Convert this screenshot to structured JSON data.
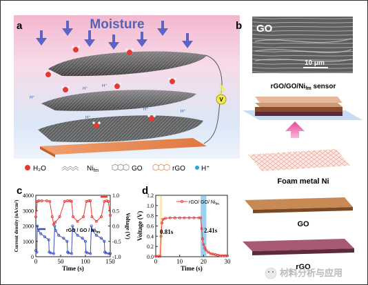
{
  "panel_labels": {
    "a": "a",
    "b": "b",
    "c": "c",
    "d": "d"
  },
  "panel_a": {
    "title": "Moisture",
    "voltmeter_label": "V",
    "particle_label": "H⁺",
    "legend": [
      {
        "key": "h2o",
        "label": "H₂O",
        "color": "#e53935"
      },
      {
        "key": "ni",
        "label": "Ni",
        "sub": "fm",
        "color": "#9a9a9a"
      },
      {
        "key": "go",
        "label": "GO",
        "color": "#8a8a8a"
      },
      {
        "key": "rgo",
        "label": "rGO",
        "color": "#e09060"
      },
      {
        "key": "h",
        "label": "H⁺",
        "color": "#29a3d9"
      }
    ]
  },
  "panel_b": {
    "sem_label": "GO",
    "scale_bar": "10 μm",
    "sensor_label": "rGO/GO/Ni",
    "sensor_label_sub": "fm",
    "sensor_label_tail": " sensor",
    "layers": [
      {
        "key": "foam",
        "label": "Foam metal Ni"
      },
      {
        "key": "go",
        "label": "GO"
      },
      {
        "key": "rgo",
        "label": "rGO"
      }
    ]
  },
  "watermark": {
    "text": "材料分析与应用"
  },
  "chart_data": [
    {
      "type": "line",
      "panel": "c",
      "xlabel": "Time (s)",
      "ylabel": "Current density (nA/cm²)",
      "y2label": "Voltage (V)",
      "annotation": "rGO / GO / Ni",
      "annotation_sub": "fm",
      "xlim": [
        0,
        150
      ],
      "xticks": [
        0,
        50,
        100,
        150
      ],
      "ylim": [
        0,
        4000
      ],
      "yticks": [
        0,
        1000,
        2000,
        3000,
        4000
      ],
      "y2lim": [
        -1.0,
        1.0
      ],
      "y2ticks": [
        -1.0,
        -0.5,
        0.0,
        0.5,
        1.0
      ],
      "series": [
        {
          "axis": "right",
          "color": "#e53935",
          "x": [
            0,
            3,
            6,
            12,
            22,
            28,
            33,
            36,
            39,
            48,
            58,
            64,
            69,
            72,
            75,
            84,
            96,
            102,
            107,
            110,
            113,
            122,
            132,
            138,
            143,
            146,
            150
          ],
          "y": [
            0.3,
            0.8,
            0.82,
            0.82,
            0.82,
            0.8,
            0.3,
            0.05,
            0.12,
            0.3,
            0.8,
            0.82,
            0.82,
            0.8,
            0.3,
            0.15,
            0.3,
            0.8,
            0.82,
            0.82,
            0.3,
            0.15,
            0.3,
            0.8,
            0.82,
            0.8,
            0.35
          ]
        },
        {
          "axis": "left",
          "color": "#3b4fb8",
          "x": [
            0,
            2,
            3,
            5,
            10,
            18,
            26,
            27,
            30,
            36,
            38,
            40,
            46,
            56,
            63,
            64,
            66,
            72,
            74,
            76,
            84,
            94,
            100,
            101,
            104,
            110,
            112,
            114,
            122,
            132,
            138,
            139,
            141,
            147,
            150
          ],
          "y": [
            400,
            300,
            2000,
            1700,
            1500,
            1300,
            1100,
            300,
            250,
            200,
            2000,
            1700,
            1400,
            1200,
            1000,
            300,
            250,
            200,
            2000,
            1700,
            1400,
            1200,
            1000,
            300,
            250,
            200,
            2000,
            1700,
            1400,
            1200,
            1000,
            300,
            250,
            200,
            200
          ]
        }
      ]
    },
    {
      "type": "line",
      "panel": "d",
      "xlabel": "Time (s)",
      "ylabel": "Voltage (V)",
      "legend": "rGO/ GO/ Ni",
      "legend_sub": "fm",
      "xlim": [
        0,
        30
      ],
      "xticks": [
        0,
        10,
        20,
        30
      ],
      "ylim": [
        0.0,
        1.2
      ],
      "yticks": [
        0.0,
        0.2,
        0.4,
        0.6,
        0.8,
        1.0,
        1.2
      ],
      "annotations": [
        "0.81s",
        "2.41s"
      ],
      "series": [
        {
          "name": "rGO/ GO/ Ni",
          "color": "#e53935",
          "x": [
            0,
            1,
            1.8,
            2.2,
            2.6,
            3,
            4,
            6,
            8,
            10,
            12,
            14,
            16,
            18,
            18.8,
            19.2,
            19.6,
            20,
            20.5,
            21,
            22,
            23,
            24,
            25,
            26,
            27,
            28,
            29,
            30
          ],
          "y": [
            0.01,
            0.01,
            0.01,
            0.4,
            0.66,
            0.73,
            0.75,
            0.76,
            0.76,
            0.76,
            0.76,
            0.76,
            0.76,
            0.76,
            0.76,
            0.55,
            0.35,
            0.24,
            0.17,
            0.13,
            0.09,
            0.06,
            0.05,
            0.04,
            0.03,
            0.02,
            0.02,
            0.02,
            0.02
          ]
        }
      ]
    }
  ]
}
